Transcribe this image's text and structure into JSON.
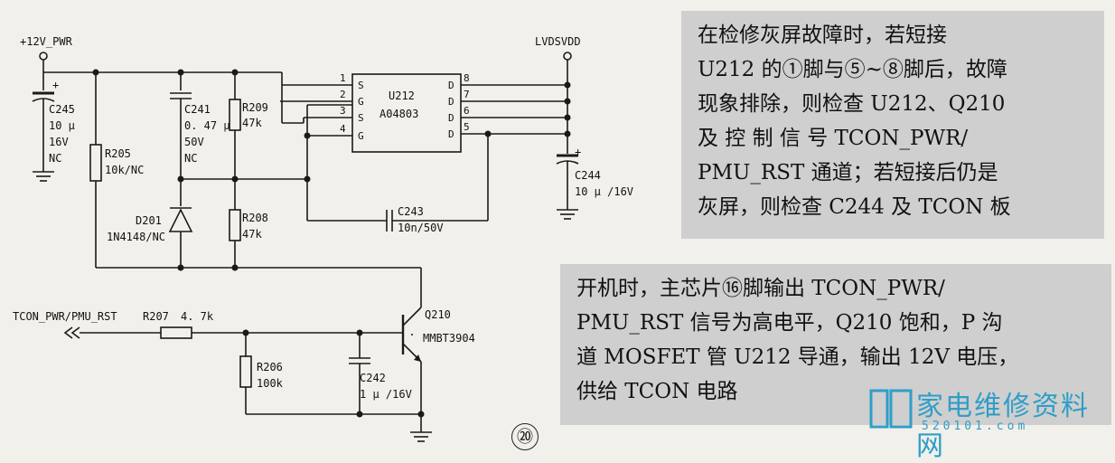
{
  "schematic": {
    "net_12v": "+12V_PWR",
    "net_lvds": "LVDSVDD",
    "net_tcon": "TCON_PWR/PMU_RST",
    "c245": {
      "ref": "C245",
      "value": "10 μ",
      "voltage": "16V",
      "note": "NC"
    },
    "c241": {
      "ref": "C241",
      "value": "0. 47 μ",
      "voltage": "50V",
      "note": "NC"
    },
    "r205": {
      "ref": "R205",
      "value": "10k/NC"
    },
    "r209": {
      "ref": "R209",
      "value": "47k"
    },
    "r208": {
      "ref": "R208",
      "value": "47k"
    },
    "d201": {
      "ref": "D201",
      "value": "1N4148/NC"
    },
    "u212": {
      "ref": "U212",
      "part": "A04803",
      "left_pins": [
        {
          "num": "1",
          "name": "S"
        },
        {
          "num": "2",
          "name": "G"
        },
        {
          "num": "3",
          "name": "S"
        },
        {
          "num": "4",
          "name": "G"
        }
      ],
      "right_pins": [
        {
          "num": "8",
          "name": "D"
        },
        {
          "num": "7",
          "name": "D"
        },
        {
          "num": "6",
          "name": "D"
        },
        {
          "num": "5",
          "name": "D"
        }
      ]
    },
    "c244": {
      "ref": "C244",
      "value": "10 μ /16V"
    },
    "c243": {
      "ref": "C243",
      "value": "10n/50V"
    },
    "q210": {
      "ref": "Q210",
      "part": "MMBT3904"
    },
    "r207": {
      "ref": "R207",
      "value": "4. 7k"
    },
    "r206": {
      "ref": "R206",
      "value": "100k"
    },
    "c242": {
      "ref": "C242",
      "value": "1 μ /16V"
    }
  },
  "note1": [
    "在检修灰屏故障时，若短接",
    "U212 的①脚与⑤~⑧脚后，故障",
    "现象排除，则检查 U212、Q210",
    "及 控 制 信 号 TCON_PWR/",
    "PMU_RST 通道；若短接后仍是",
    "灰屏，则检查 C244 及 TCON 板"
  ],
  "note2": [
    "开机时，主芯片⑯脚输出 TCON_PWR/",
    "PMU_RST 信号为高电平，Q210 饱和，P 沟",
    "道 MOSFET 管 U212 导通，输出 12V 电压，",
    "供给 TCON 电路"
  ],
  "page_number": "⑳",
  "watermark": {
    "text": "家电维修资料网",
    "url": "520101.com"
  },
  "colors": {
    "note_bg": "#cfcfcf",
    "watermark": "#2f9ec8"
  }
}
